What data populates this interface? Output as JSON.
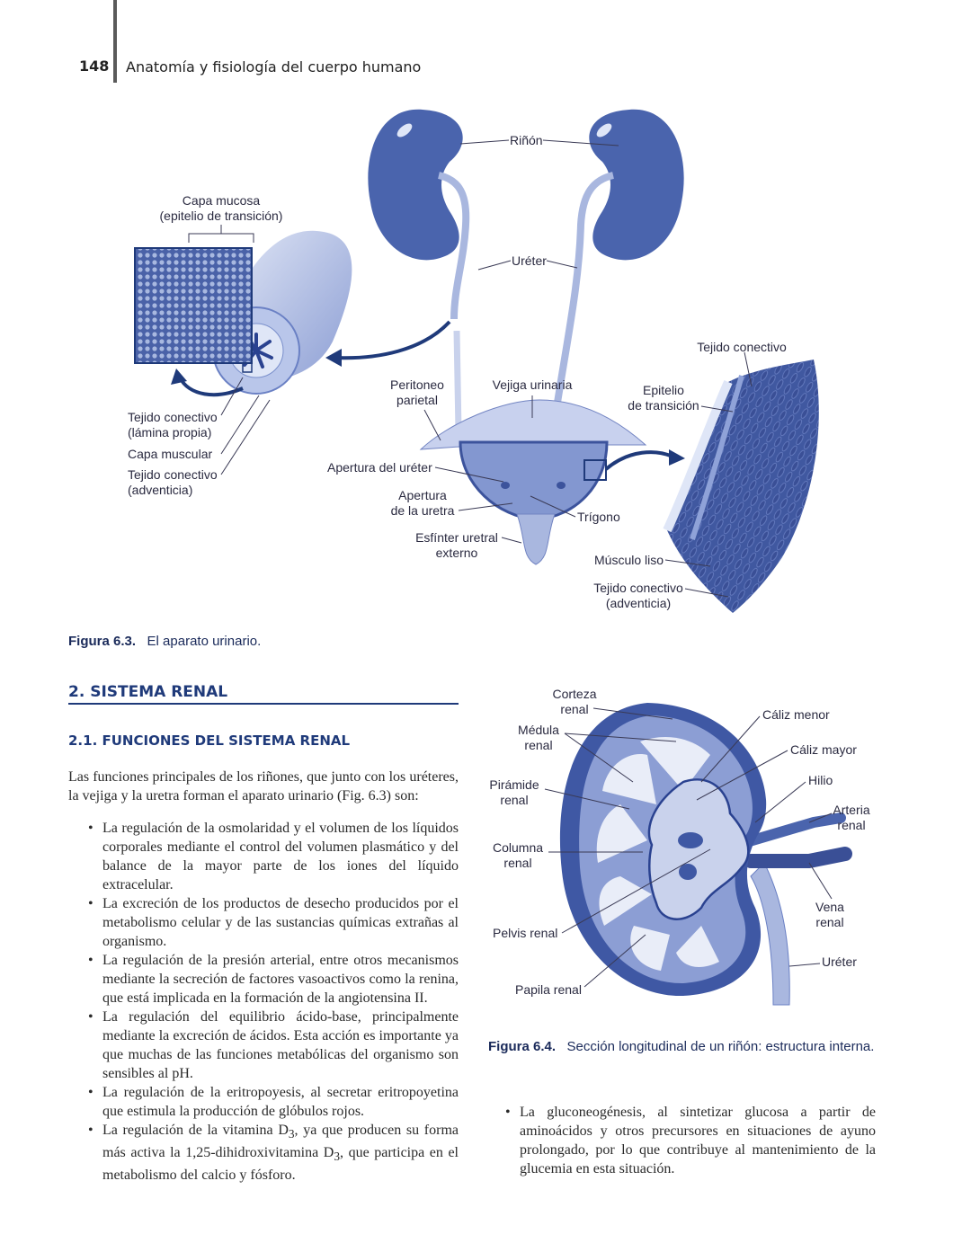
{
  "header": {
    "page_number": "148",
    "running_title": "Anatomía y fisiología del cuerpo humano"
  },
  "figure_6_3": {
    "labels": {
      "rinon": "Riñón",
      "ureter": "Uréter",
      "capa_mucosa_1": "Capa mucosa",
      "capa_mucosa_2": "(epitelio de transición)",
      "tejido_conectivo_lp_1": "Tejido conectivo",
      "tejido_conectivo_lp_2": "(lámina propia)",
      "capa_muscular": "Capa muscular",
      "tejido_conectivo_adv_1": "Tejido conectivo",
      "tejido_conectivo_adv_2": "(adventicia)",
      "peritoneo_1": "Peritoneo",
      "peritoneo_2": "parietal",
      "vejiga": "Vejiga urinaria",
      "epitelio_1": "Epitelio",
      "epitelio_2": "de transición",
      "tejido_conectivo_top": "Tejido conectivo",
      "apertura_ureter": "Apertura del uréter",
      "apertura_uretra_1": "Apertura",
      "apertura_uretra_2": "de la uretra",
      "trigono": "Trígono",
      "esfinter_1": "Esfínter uretral",
      "esfinter_2": "externo",
      "musculo_liso": "Músculo liso",
      "tejido_conectivo_right_1": "Tejido conectivo",
      "tejido_conectivo_right_2": "(adventicia)"
    },
    "caption_number": "Figura 6.3.",
    "caption_text": "El aparato urinario."
  },
  "figure_6_4": {
    "labels": {
      "corteza_1": "Corteza",
      "corteza_2": "renal",
      "medula_1": "Médula",
      "medula_2": "renal",
      "piramide_1": "Pirámide",
      "piramide_2": "renal",
      "columna_1": "Columna",
      "columna_2": "renal",
      "pelvis": "Pelvis renal",
      "papila": "Papila renal",
      "caliz_menor": "Cáliz menor",
      "caliz_mayor": "Cáliz mayor",
      "hilio": "Hilio",
      "arteria_1": "Arteria",
      "arteria_2": "renal",
      "vena_1": "Vena",
      "vena_2": "renal",
      "ureter": "Uréter"
    },
    "caption_number": "Figura 6.4.",
    "caption_text": "Sección longitudinal de un riñón: estructura interna."
  },
  "section": {
    "title": "2. SISTEMA RENAL",
    "subtitle": "2.1. FUNCIONES DEL SISTEMA RENAL",
    "intro": "Las funciones principales de los riñones, que junto con los uréteres, la vejiga y la uretra forman el aparato urinario (Fig. 6.3) son:",
    "bullets_left": [
      "La regulación de la osmolaridad y el volumen de los líquidos corporales mediante el control del volumen plasmático y del balance de la mayor parte de los iones del líquido extracelular.",
      "La excreción de los productos de desecho producidos por el metabolismo celular y de las sustancias químicas extrañas al organismo.",
      "La regulación de la presión arterial, entre otros mecanismos mediante la secreción de factores vasoactivos como la renina, que está implicada en la formación de la angiotensina II.",
      "La regulación del equilibrio ácido-base, principalmente mediante la excreción de ácidos. Esta acción es importante ya que muchas de las funciones metabólicas del organismo son sensibles al pH.",
      "La regulación de la eritropoyesis, al secretar eritropoyetina que estimula la producción de glóbulos rojos."
    ],
    "bullet_vitd_a": "La regulación de la vitamina D",
    "bullet_vitd_sub1": "3",
    "bullet_vitd_b": ", ya que producen su forma más activa la 1,25-dihidroxivitamina D",
    "bullet_vitd_sub2": "3",
    "bullet_vitd_c": ", que participa en el metabolismo del calcio y fósforo.",
    "bullet_right": "La gluconeogénesis, al sintetizar glucosa a partir de aminoácidos y otros precursores en situaciones de ayuno prolongado, por lo que contribuye al mantenimiento de la glucemia en esta situación.",
    "bullet_mark": "•"
  }
}
